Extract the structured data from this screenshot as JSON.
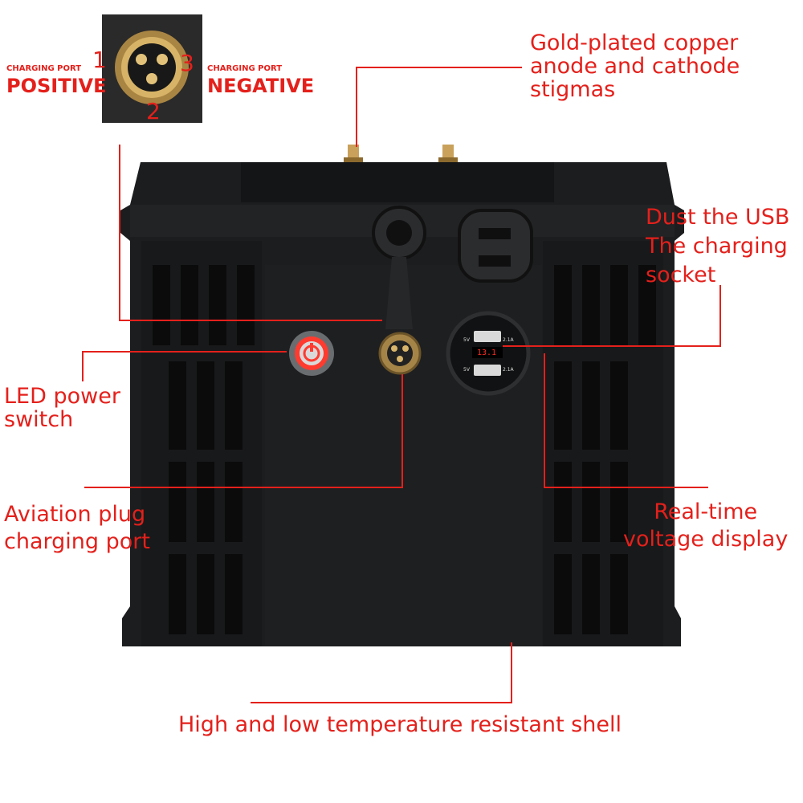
{
  "labels": {
    "charging_port_left": "CHARGING PORT",
    "positive": "POSITIVE",
    "charging_port_right": "CHARGING PORT",
    "negative": "NEGATIVE",
    "pin_1": "1",
    "pin_2": "2",
    "pin_3": "3",
    "gold_plated": "Gold-plated copper\nanode and cathode\nstigmas",
    "dust_usb": "Dust the USB\nThe charging\nsocket",
    "led_switch": "LED power\nswitch",
    "aviation_plug": "Aviation plug\ncharging port",
    "voltage_display": "Real-time\nvoltage display",
    "shell": "High and low temperature resistant shell"
  },
  "usb_panel": {
    "port_voltage": "5V",
    "port_current": "2.1A",
    "display_reading": "13.1"
  },
  "colors": {
    "annotation": "#e4201b",
    "battery_body": "#1c1d1f",
    "led_ring": "#ff3b2f",
    "connector_gold": "#c9a15a"
  }
}
